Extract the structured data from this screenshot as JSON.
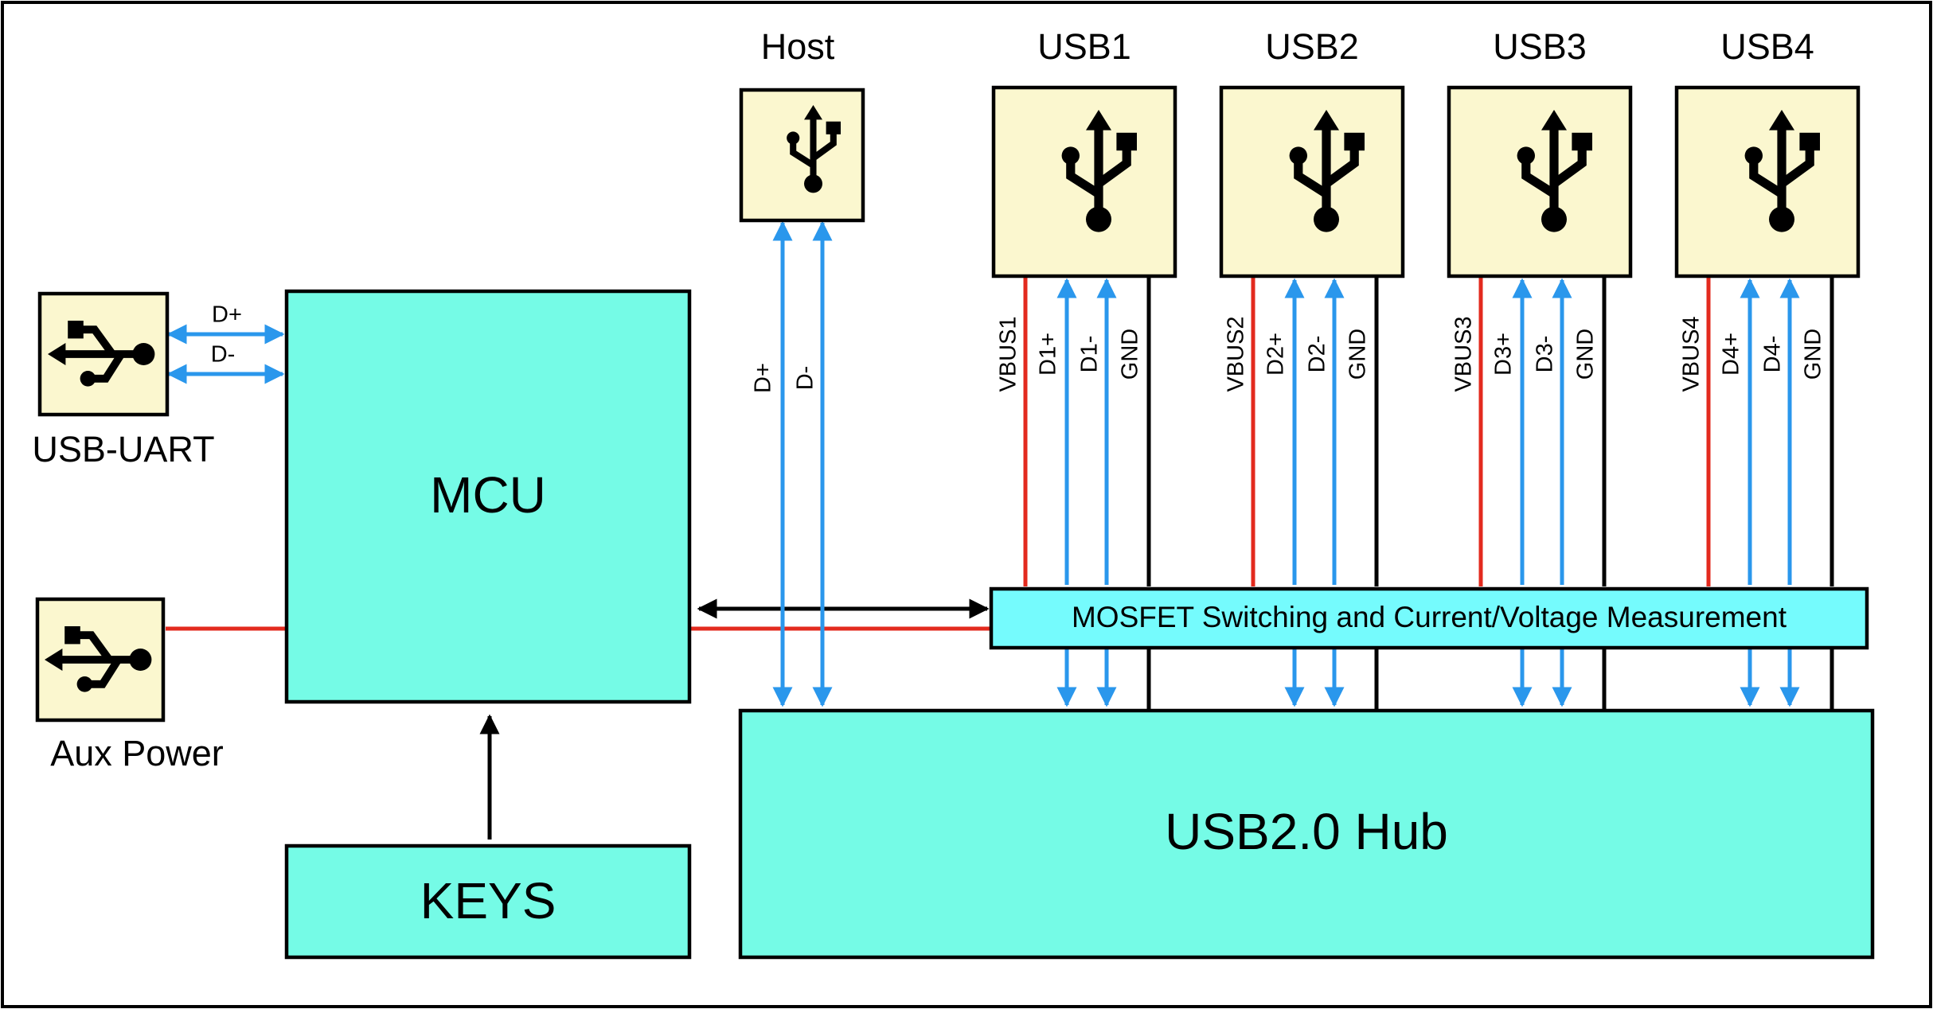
{
  "blocks": {
    "mcu": "MCU",
    "keys": "KEYS",
    "hub": "USB2.0 Hub",
    "mosfet": "MOSFET Switching and Current/Voltage Measurement"
  },
  "connectors": {
    "usb_uart": "USB-UART",
    "aux_power": "Aux Power",
    "host": "Host",
    "ports": [
      "USB1",
      "USB2",
      "USB3",
      "USB4"
    ]
  },
  "signals": {
    "uart_dplus": "D+",
    "uart_dminus": "D-",
    "host_dplus": "D+",
    "host_dminus": "D-",
    "ports": [
      {
        "vbus": "VBUS1",
        "dp": "D1+",
        "dm": "D1-",
        "gnd": "GND"
      },
      {
        "vbus": "VBUS2",
        "dp": "D2+",
        "dm": "D2-",
        "gnd": "GND"
      },
      {
        "vbus": "VBUS3",
        "dp": "D3+",
        "dm": "D3-",
        "gnd": "GND"
      },
      {
        "vbus": "VBUS4",
        "dp": "D4+",
        "dm": "D4-",
        "gnd": "GND"
      }
    ]
  },
  "colors": {
    "block_fill": "#75fbe6",
    "mosfet_fill": "#75fbfd",
    "connector_fill": "#fbf7cf",
    "power_wire": "#e32a1e",
    "data_wire": "#2a97ec",
    "control_wire": "#000000"
  },
  "icons": [
    "usb-icon"
  ]
}
